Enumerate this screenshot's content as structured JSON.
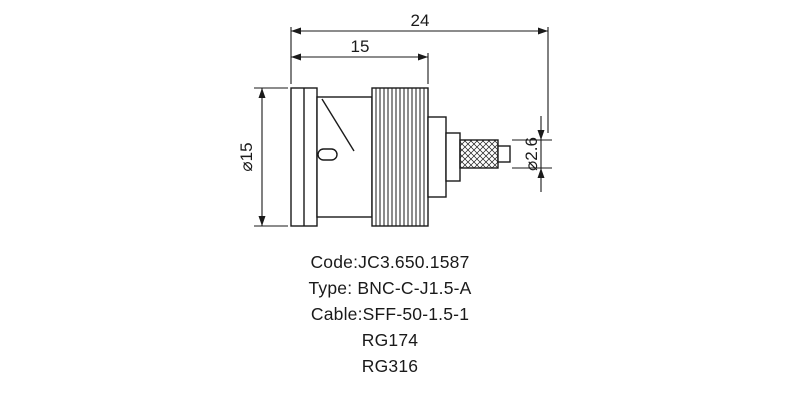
{
  "colors": {
    "line": "#1a1a1a",
    "background": "#ffffff"
  },
  "drawing": {
    "dimensions": {
      "overall_length": "24",
      "front_length": "15",
      "flange_diameter": "⌀15",
      "cable_diameter": "⌀2.6"
    }
  },
  "spec": {
    "code": "Code:JC3.650.1587",
    "type": "Type: BNC-C-J1.5-A",
    "cable": "Cable:SFF-50-1.5-1",
    "cable_option_1": "RG174",
    "cable_option_2": "RG316"
  }
}
